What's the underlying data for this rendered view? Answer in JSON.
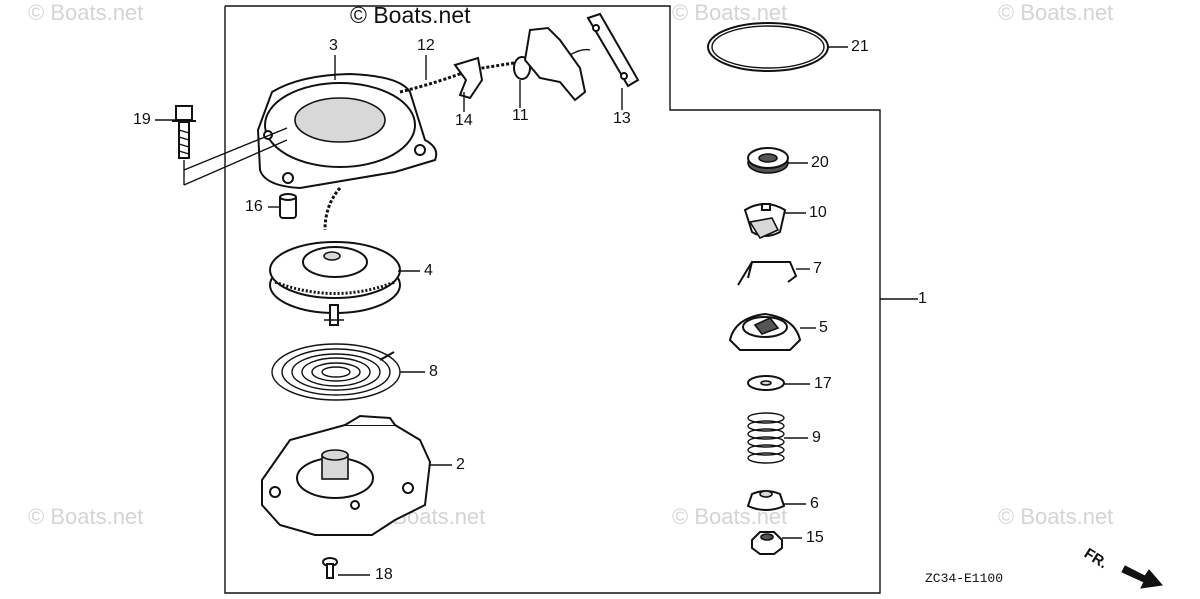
{
  "watermarks": [
    "© Boats.net",
    "© Boats.net",
    "© Boats.net",
    "© Boats.net",
    "© Boats.net",
    "© Boats.net",
    "© Boats.net",
    "© Boats.net"
  ],
  "header_watermark": "© Boats.net",
  "drawing_code": "ZC34-E1100",
  "direction_marker": "FR.",
  "parts": [
    {
      "ref": "1",
      "icon": "starter-assembly-bracket"
    },
    {
      "ref": "2",
      "icon": "starter-case"
    },
    {
      "ref": "3",
      "icon": "starter-cover"
    },
    {
      "ref": "4",
      "icon": "rope-reel"
    },
    {
      "ref": "5",
      "icon": "ratchet-guide"
    },
    {
      "ref": "6",
      "icon": "spring-seat"
    },
    {
      "ref": "7",
      "icon": "friction-spring"
    },
    {
      "ref": "8",
      "icon": "recoil-spring"
    },
    {
      "ref": "9",
      "icon": "coil-spring"
    },
    {
      "ref": "10",
      "icon": "ratchet"
    },
    {
      "ref": "11",
      "icon": "starter-grip"
    },
    {
      "ref": "12",
      "icon": "starter-rope"
    },
    {
      "ref": "13",
      "icon": "grip-plate"
    },
    {
      "ref": "14",
      "icon": "rope-guide"
    },
    {
      "ref": "15",
      "icon": "nut"
    },
    {
      "ref": "16",
      "icon": "collar"
    },
    {
      "ref": "17",
      "icon": "washer"
    },
    {
      "ref": "18",
      "icon": "tapping-screw"
    },
    {
      "ref": "19",
      "icon": "flange-bolt"
    },
    {
      "ref": "20",
      "icon": "oil-seal"
    },
    {
      "ref": "21",
      "icon": "o-ring"
    }
  ]
}
